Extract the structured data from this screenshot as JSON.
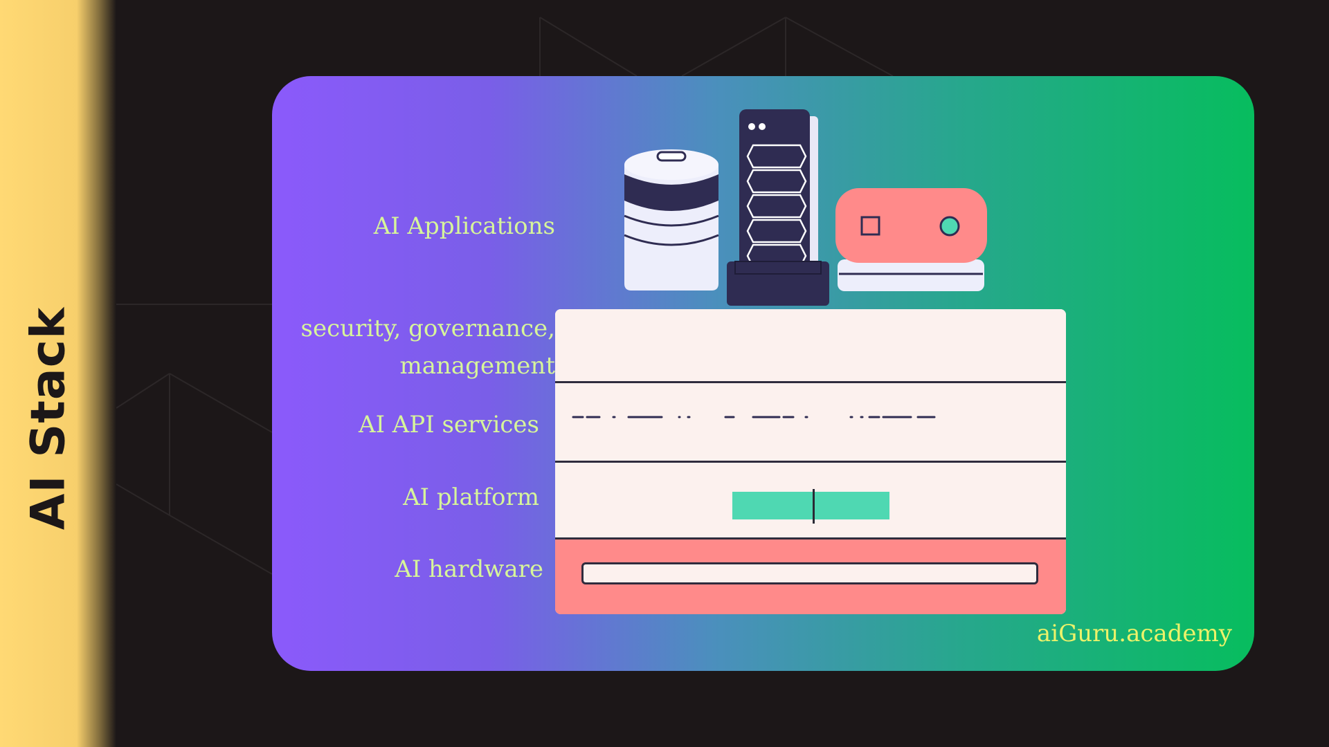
{
  "side_title": "AI Stack",
  "layers": [
    {
      "label": "AI Applications"
    },
    {
      "label": "security, governance, management"
    },
    {
      "label": "AI API services"
    },
    {
      "label": "AI platform"
    },
    {
      "label": "AI hardware"
    }
  ],
  "brand": "aiGuru.academy",
  "colors": {
    "background": "#1c1718",
    "side_band": "#ffd974",
    "gradient_start": "#8b5afb",
    "gradient_end": "#07bd5e",
    "label_text": "#d7f59a",
    "brand_text": "#ecf26a",
    "layer_fill": "#fcf1ee",
    "hardware_fill": "#ff8a8a",
    "platform_bar": "#4fd8b2",
    "navy": "#2f2c52"
  },
  "icons": [
    "database-icon",
    "server-rack-icon",
    "device-icon"
  ]
}
